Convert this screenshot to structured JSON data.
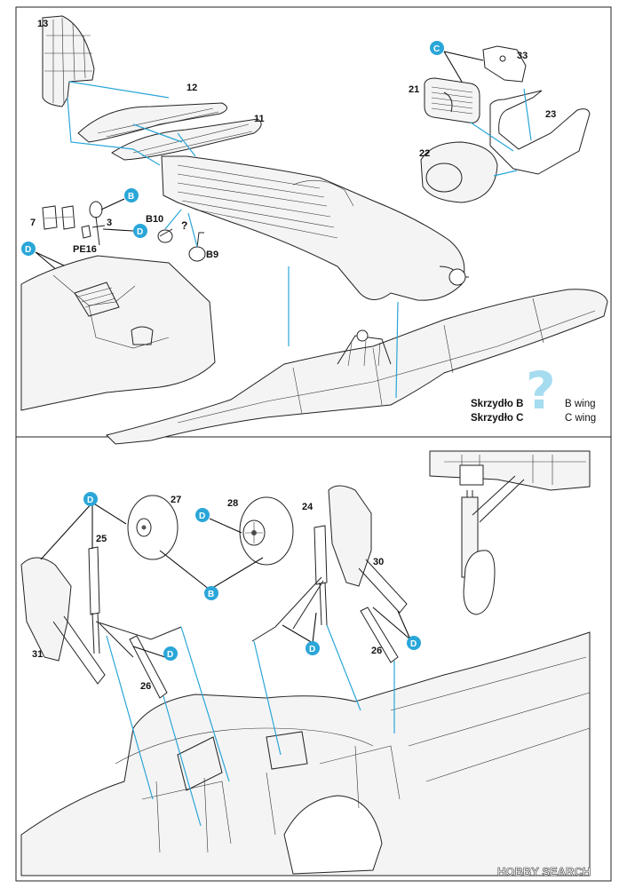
{
  "part_labels": {
    "p13": "13",
    "p12": "12",
    "p11": "11",
    "p33": "33",
    "p21": "21",
    "p23": "23",
    "p22": "22",
    "p7": "7",
    "p3": "3",
    "pe16": "PE16",
    "b10": "B10",
    "b9": "B9",
    "unknown": "?",
    "p27": "27",
    "p28": "28",
    "p25": "25",
    "p24": "24",
    "p30": "30",
    "p31": "31",
    "p26a": "26",
    "p26b": "26"
  },
  "callouts": {
    "c_top": "C",
    "b_top": "B",
    "d_top_right": "D",
    "d_top_left": "D",
    "d_lower_left": "D",
    "d_wheel28": "D",
    "b_lower": "B",
    "d_lower_mid": "D",
    "d_lower_right": "D",
    "d_lower_26": "D"
  },
  "legend": {
    "question_mark": "?",
    "wing_b_pl": "Skrzydło B",
    "wing_b_en": "B wing",
    "wing_c_pl": "Skrzydło C",
    "wing_c_en": "C wing"
  },
  "watermark": "HOBBY SEARCH",
  "colors": {
    "callout": "#2aa6d8",
    "question_mark": "#a6dcf0",
    "ink": "#222222",
    "panel_fill": "#f4f4f4"
  }
}
